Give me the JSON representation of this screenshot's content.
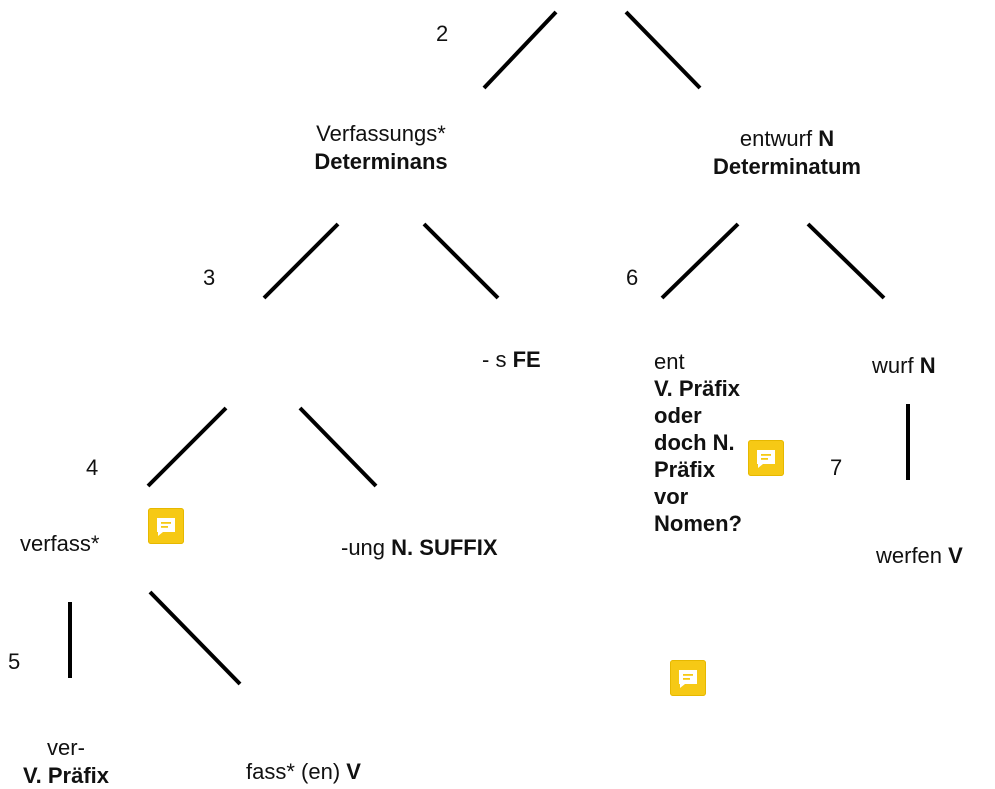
{
  "numbers": [
    "2",
    "3",
    "4",
    "5",
    "6",
    "7"
  ],
  "nodes": {
    "verfassungs": {
      "word": "Verfassungs*",
      "label": "Determinans"
    },
    "entwurf": {
      "word": "entwurf",
      "tag": "N",
      "label": "Determinatum"
    },
    "s": {
      "word": "- s",
      "tag": "FE"
    },
    "verfass": {
      "word": "verfass*"
    },
    "ung": {
      "word": "-ung",
      "tag": "N. SUFFIX"
    },
    "ver": {
      "word": "ver-",
      "label": "V. Präfix"
    },
    "fass": {
      "word": "fass* (en)",
      "tag": "V"
    },
    "ent": {
      "word": "ent",
      "label_lines": [
        "V. Präfix",
        "oder",
        "doch N.",
        "Präfix",
        "vor",
        "Nomen?"
      ]
    },
    "wurf": {
      "word": "wurf",
      "tag": "N"
    },
    "werfen": {
      "word": "werfen",
      "tag": "V"
    }
  },
  "accent_color": "#f6c915",
  "comment_icons": [
    "comment-icon",
    "comment-icon",
    "comment-icon"
  ]
}
